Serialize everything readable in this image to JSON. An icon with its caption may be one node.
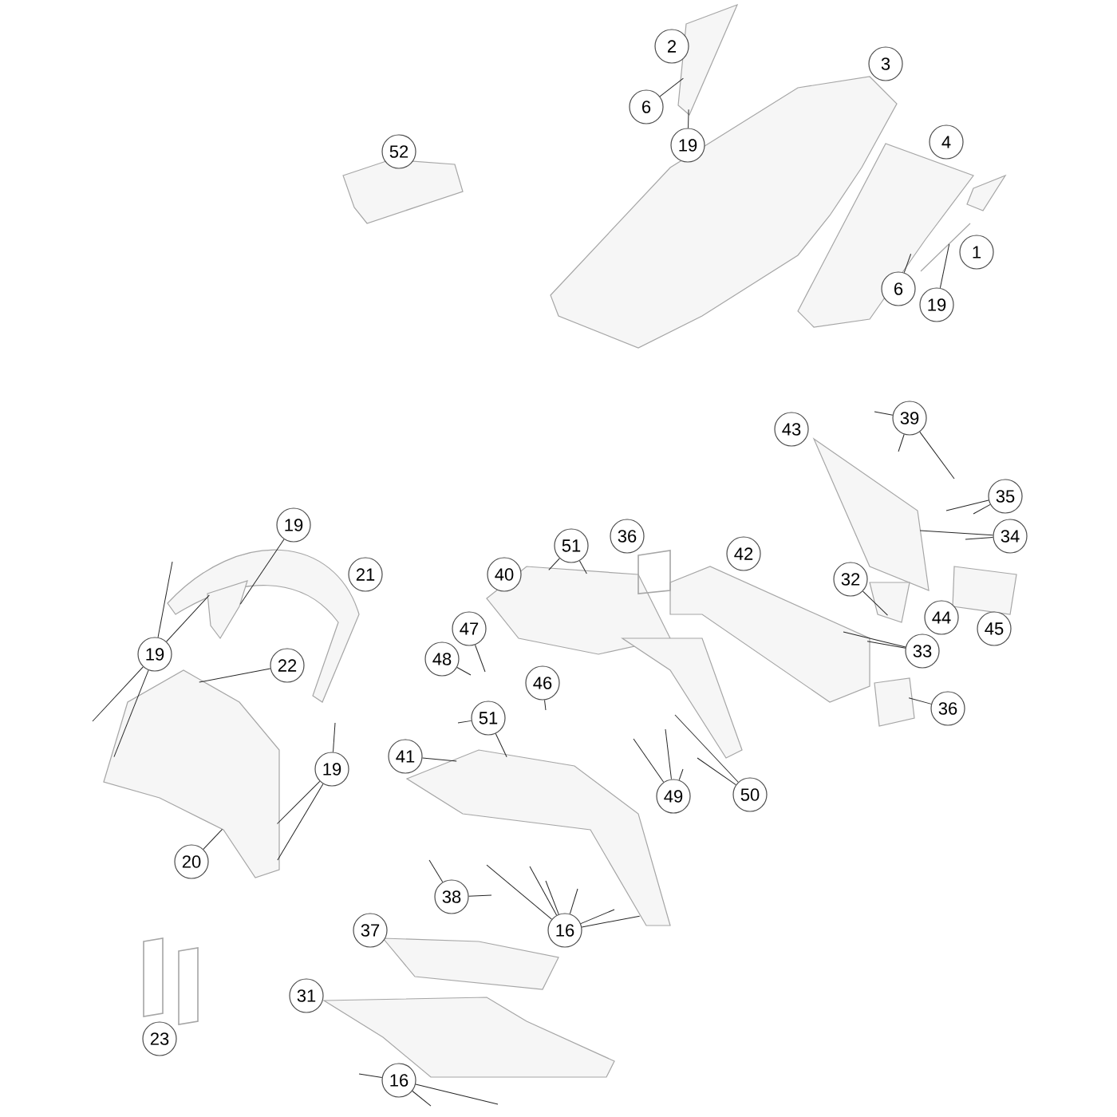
{
  "diagram": {
    "nodes": [
      {
        "text": [
          "2"
        ]
      },
      {
        "text": [
          "3"
        ]
      },
      {
        "text": [
          "6"
        ]
      },
      {
        "text": [
          "4"
        ]
      },
      {
        "text": [
          "19"
        ]
      },
      {
        "text": [
          "52"
        ]
      },
      {
        "text": [
          "1"
        ]
      },
      {
        "text": [
          "6"
        ]
      },
      {
        "text": [
          "19"
        ]
      },
      {
        "text": [
          "39"
        ]
      },
      {
        "text": [
          "43"
        ]
      },
      {
        "text": [
          "35"
        ]
      },
      {
        "text": [
          "19"
        ]
      },
      {
        "text": [
          "36"
        ]
      },
      {
        "text": [
          "34"
        ]
      },
      {
        "text": [
          "51"
        ]
      },
      {
        "text": [
          "42"
        ]
      },
      {
        "text": [
          "40"
        ]
      },
      {
        "text": [
          "21"
        ]
      },
      {
        "text": [
          "32"
        ]
      },
      {
        "text": [
          "44"
        ]
      },
      {
        "text": [
          "47"
        ]
      },
      {
        "text": [
          "45"
        ]
      },
      {
        "text": [
          "33"
        ]
      },
      {
        "text": [
          "19"
        ]
      },
      {
        "text": [
          "48"
        ]
      },
      {
        "text": [
          "22"
        ]
      },
      {
        "text": [
          "46"
        ]
      },
      {
        "text": [
          "36"
        ]
      },
      {
        "text": [
          "51"
        ]
      },
      {
        "text": [
          "41"
        ]
      },
      {
        "text": [
          "19"
        ]
      },
      {
        "text": [
          "49"
        ]
      },
      {
        "text": [
          "50"
        ]
      },
      {
        "text": [
          "20"
        ]
      },
      {
        "text": [
          "38"
        ]
      },
      {
        "text": [
          "37"
        ]
      },
      {
        "text": [
          "16"
        ]
      },
      {
        "text": [
          "31"
        ]
      },
      {
        "text": [
          "23"
        ]
      },
      {
        "text": [
          "16"
        ]
      },
      {
        "text": [],
        "shape": "picture"
      },
      {
        "text": [],
        "shape": "picture"
      },
      {
        "text": [],
        "shape": "picture"
      },
      {
        "text": [],
        "shape": "picture"
      },
      {
        "text": [],
        "shape": "picture"
      },
      {
        "text": [],
        "shape": "picture"
      },
      {
        "text": [],
        "shape": "picture"
      },
      {
        "text": [],
        "shape": "picture"
      },
      {
        "text": [],
        "shape": "picture"
      },
      {
        "text": [],
        "shape": "picture"
      },
      {
        "text": [],
        "shape": "picture"
      },
      {
        "text": [],
        "shape": "picture"
      },
      {
        "text": [],
        "shape": "picture"
      },
      {
        "text": [],
        "shape": "box"
      },
      {
        "text": [],
        "shape": "picture"
      },
      {
        "text": [],
        "shape": "picture"
      },
      {
        "text": [],
        "shape": "picture"
      },
      {
        "text": [],
        "shape": "picture"
      },
      {
        "text": [],
        "shape": "box"
      },
      {
        "text": [],
        "shape": "box"
      },
      {
        "text": [],
        "shape": "picture"
      },
      {
        "text": [],
        "shape": "picture"
      }
    ],
    "edges": [
      {
        "from": 2,
        "to": 44,
        "arrow": "none"
      },
      {
        "from": 4,
        "to": 44,
        "arrow": "none"
      },
      {
        "from": 7,
        "to": 42,
        "arrow": "none"
      },
      {
        "from": 8,
        "to": 62,
        "arrow": "none"
      },
      {
        "from": 9,
        "to": null,
        "arrow": "none"
      },
      {
        "from": 9,
        "to": null,
        "arrow": "none"
      },
      {
        "from": 9,
        "to": null,
        "arrow": "none"
      },
      {
        "from": 11,
        "to": null,
        "arrow": "none"
      },
      {
        "from": 11,
        "to": null,
        "arrow": "none"
      },
      {
        "from": 12,
        "to": 46,
        "arrow": "none"
      },
      {
        "from": 14,
        "to": 51,
        "arrow": "none"
      },
      {
        "from": 14,
        "to": null,
        "arrow": "none"
      },
      {
        "from": 15,
        "to": 48,
        "arrow": "none"
      },
      {
        "from": 15,
        "to": 48,
        "arrow": "none"
      },
      {
        "from": 19,
        "to": 52,
        "arrow": "none"
      },
      {
        "from": 21,
        "to": null,
        "arrow": "none"
      },
      {
        "from": 23,
        "to": 50,
        "arrow": "none"
      },
      {
        "from": 23,
        "to": 50,
        "arrow": "none"
      },
      {
        "from": 24,
        "to": null,
        "arrow": "none"
      },
      {
        "from": 24,
        "to": 46,
        "arrow": "none"
      },
      {
        "from": 24,
        "to": null,
        "arrow": "none"
      },
      {
        "from": 24,
        "to": 47,
        "arrow": "none"
      },
      {
        "from": 25,
        "to": null,
        "arrow": "none"
      },
      {
        "from": 26,
        "to": 47,
        "arrow": "none"
      },
      {
        "from": 27,
        "to": null,
        "arrow": "none"
      },
      {
        "from": 28,
        "to": 55,
        "arrow": "none"
      },
      {
        "from": 29,
        "to": null,
        "arrow": "none"
      },
      {
        "from": 29,
        "to": 56,
        "arrow": "none"
      },
      {
        "from": 30,
        "to": 56,
        "arrow": "none"
      },
      {
        "from": 31,
        "to": null,
        "arrow": "none"
      },
      {
        "from": 31,
        "to": 47,
        "arrow": "none"
      },
      {
        "from": 31,
        "to": 47,
        "arrow": "none"
      },
      {
        "from": 32,
        "to": null,
        "arrow": "none"
      },
      {
        "from": 32,
        "to": null,
        "arrow": "none"
      },
      {
        "from": 32,
        "to": null,
        "arrow": "none"
      },
      {
        "from": 33,
        "to": null,
        "arrow": "none"
      },
      {
        "from": 33,
        "to": null,
        "arrow": "none"
      },
      {
        "from": 34,
        "to": 47,
        "arrow": "none"
      },
      {
        "from": 35,
        "to": null,
        "arrow": "none"
      },
      {
        "from": 35,
        "to": null,
        "arrow": "none"
      },
      {
        "from": 37,
        "to": null,
        "arrow": "none"
      },
      {
        "from": 37,
        "to": null,
        "arrow": "none"
      },
      {
        "from": 37,
        "to": null,
        "arrow": "none"
      },
      {
        "from": 37,
        "to": null,
        "arrow": "none"
      },
      {
        "from": 37,
        "to": null,
        "arrow": "none"
      },
      {
        "from": 37,
        "to": 56,
        "arrow": "none"
      },
      {
        "from": 40,
        "to": null,
        "arrow": "none"
      },
      {
        "from": 40,
        "to": null,
        "arrow": "none"
      },
      {
        "from": 40,
        "to": null,
        "arrow": "none"
      }
    ]
  }
}
